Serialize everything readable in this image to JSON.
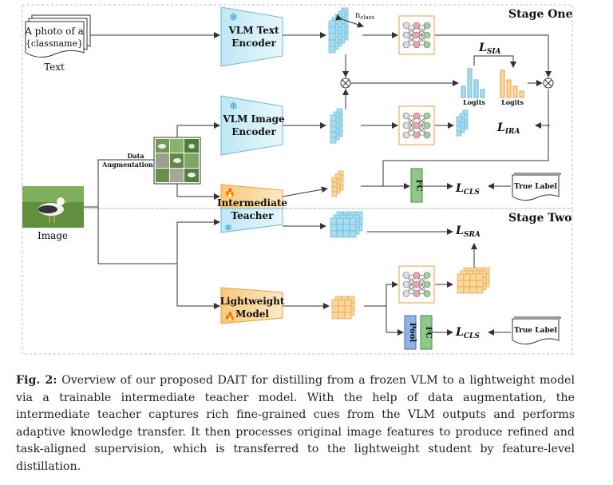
{
  "stage_one": "Stage One",
  "stage_two": "Stage Two",
  "text_doc_line1": "A photo of a",
  "text_doc_line2": "{classname}",
  "text_label": "Text",
  "image_label": "Image",
  "data_aug_line1": "Data",
  "data_aug_line2": "Augmentation",
  "vlm_text_line1": "VLM Text",
  "vlm_text_line2": "Encoder",
  "vlm_image_line1": "VLM Image",
  "vlm_image_line2": "Encoder",
  "intermediate_line1": "Intermediate",
  "intermediate_line2": "Teacher",
  "lightweight_line1": "Lightweight",
  "lightweight_line2": "Model",
  "n_class_main": "n",
  "n_class_sub": "class",
  "logits_label_1": "Logits",
  "logits_label_2": "Logits",
  "loss_sia_main": "L",
  "loss_sia_sub": "SIA",
  "loss_ira_main": "L",
  "loss_ira_sub": "IRA",
  "loss_cls1_main": "L",
  "loss_cls1_sub": "CLS",
  "loss_sra_main": "L",
  "loss_sra_sub": "SRA",
  "loss_cls2_main": "L",
  "loss_cls2_sub": "CLS",
  "true_label_1": "True Label",
  "true_label_2": "True Label",
  "fc_label_1": "FC",
  "fc_label_2": "FC",
  "pool_label": "Pool",
  "caption_bold": "Fig. 2:",
  "caption_text": " Overview of our proposed DAIT for distilling from a frozen VLM to a lightweight model via a trainable intermediate teacher model. With the help of data augmentation, the intermediate teacher captures rich fine-grained cues from the VLM outputs and performs adaptive knowledge transfer. It then processes original image features to produce refined and task-aligned supervision, which is transferred to the lightweight student by feature-level distillation.",
  "colors": {
    "frozen_fill": "#cfeef7",
    "frozen_stroke": "#6ab8d6",
    "trainable_fill": "#fbd89a",
    "trainable_stroke": "#e0a24a",
    "cube_blue": "#a8dcef",
    "cube_orange": "#fcd79a",
    "fc_green": "#8fc98a",
    "pool_blue": "#8fb0e6",
    "node_pink": "#f3a3b0",
    "node_green": "#9fd19a",
    "dash": "#aaaaaa"
  },
  "icons": [
    "snowflake-icon",
    "fire-icon"
  ]
}
